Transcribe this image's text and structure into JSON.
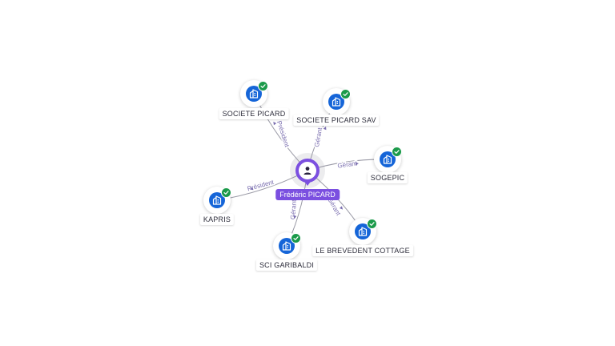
{
  "center": {
    "name": "Frédéric PICARD",
    "icon": "person-icon",
    "color": "#7b4fe0"
  },
  "nodes": [
    {
      "id": "societe-picard",
      "name": "SOCIETE PICARD",
      "icon": "building-icon",
      "verified": true
    },
    {
      "id": "societe-picard-sav",
      "name": "SOCIETE PICARD SAV",
      "icon": "building-icon",
      "verified": true
    },
    {
      "id": "sogepic",
      "name": "SOGEPIC",
      "icon": "building-icon",
      "verified": true
    },
    {
      "id": "kapris",
      "name": "KAPRIS",
      "icon": "building-icon",
      "verified": true
    },
    {
      "id": "sci-garibaldi",
      "name": "SCI GARIBALDI",
      "icon": "building-icon",
      "verified": true
    },
    {
      "id": "le-brevedent-cottage",
      "name": "LE BREVEDENT COTTAGE",
      "icon": "building-icon",
      "verified": true
    }
  ],
  "edges": [
    {
      "target": "societe-picard",
      "label": "Président"
    },
    {
      "target": "societe-picard-sav",
      "label": "Gérant"
    },
    {
      "target": "sogepic",
      "label": "Gérant"
    },
    {
      "target": "kapris",
      "label": "Président"
    },
    {
      "target": "sci-garibaldi",
      "label": "Gérant"
    },
    {
      "target": "le-brevedent-cottage",
      "label": "Gérant"
    }
  ],
  "colors": {
    "company_icon": "#1565d8",
    "verified_badge": "#1b9a4a",
    "edge_label": "#7b6fb0"
  }
}
